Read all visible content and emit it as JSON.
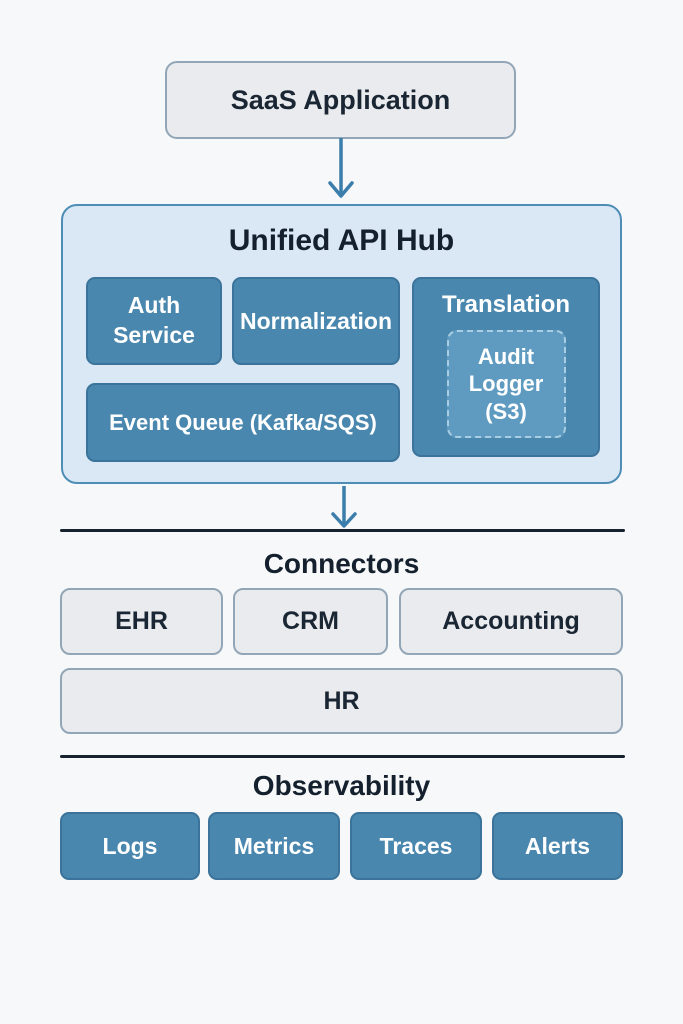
{
  "diagram": {
    "saas_label": "SaaS Application",
    "hub": {
      "title": "Unified API Hub",
      "auth": "Auth Service",
      "normalization": "Normalization",
      "translation": "Translation",
      "audit_logger": "Audit Logger (S3)",
      "event_queue": "Event Queue (Kafka/SQS)"
    },
    "sections": {
      "connectors": {
        "heading": "Connectors",
        "items": [
          "EHR",
          "CRM",
          "Accounting",
          "HR"
        ]
      },
      "observability": {
        "heading": "Observability",
        "items": [
          "Logs",
          "Metrics",
          "Traces",
          "Alerts"
        ]
      }
    },
    "colors": {
      "canvas_bg": "#f7f8f9",
      "neutral_node_bg": "#e9ebee",
      "neutral_node_border": "#92a6b8",
      "hub_bg": "#d9e8f4",
      "hub_border": "#4e8db5",
      "service_node_bg": "#4987ae",
      "service_node_border": "#3b739a",
      "audit_node_bg": "#5f9bc1",
      "audit_node_border": "#a9cee3",
      "arrow": "#3b7dab",
      "divider": "#16222e",
      "heading_text": "#14202d",
      "node_text_dark": "#1a2633",
      "node_text_light": "#ffffff"
    }
  }
}
